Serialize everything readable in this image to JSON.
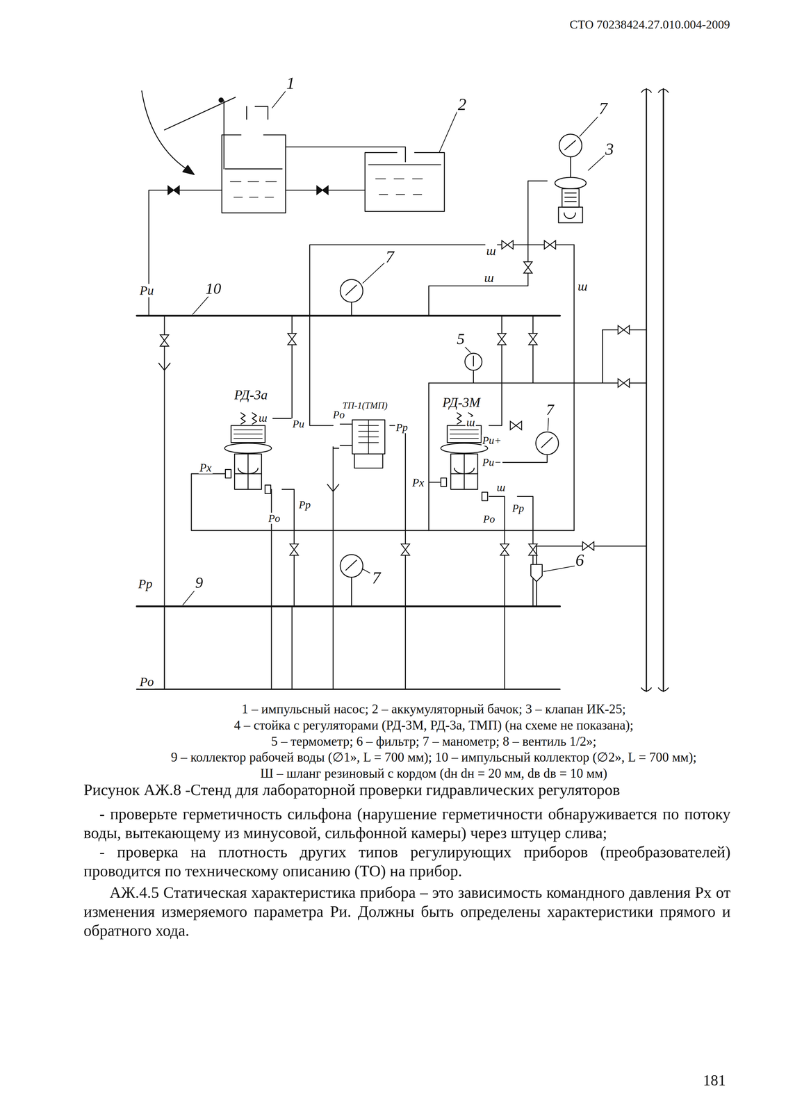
{
  "diagram": {
    "caption": "Рисунок АЖ.8 -Стенд для лабораторной проверки гидравлических регуляторов",
    "labels": [
      "СТО 70238424.27.010.004-2009",
      "1",
      "2",
      "7",
      "3",
      "ш",
      "ш",
      "ш",
      "7",
      "Pи",
      "10",
      "5",
      "РД-3а",
      "ш",
      "Pи",
      "ТП-1(ТМП)",
      "Pо",
      "Pр",
      "РД-3М",
      "ш",
      "Pи+",
      "7",
      "Pи−",
      "Pх",
      "Pх",
      "ш",
      "Pо",
      "Pр",
      "Pо",
      "Pр",
      "7",
      "6",
      "Pр",
      "9",
      "Pо",
      "1 – импульсный насос; 2 – аккумуляторный бачок; 3 – клапан ИК-25;",
      "4 – стойка с регуляторами (РД-3М, РД-3а, ТМП) (на схеме не показана);",
      "5 – термометр; 6 – фильтр; 7 – манометр; 8 – вентиль 1/2»;",
      "9 – коллектор рабочей воды (∅1», L = 700 мм); 10 – импульсный коллектор (∅2», L = 700 мм);",
      "Ш – шланг резиновый с кордом (dн dн = 20 мм, dв dв = 10 мм)",
      "- проверьте герметичность сильфона (нарушение герметичности обнаруживается по потоку воды, вытекающему из минусовой, сильфонной камеры) через штуцер слива;",
      "- проверка на плотность других типов регулирующих приборов (преобразователей) проводится по техническому описанию (ТО) на прибор.",
      "АЖ.4.5 Статическая характеристика прибора – это зависимость командного давления Pх от изменения измеряемого параметра Pи. Должны быть определены характеристики прямого и обратного хода.",
      "181"
    ]
  }
}
